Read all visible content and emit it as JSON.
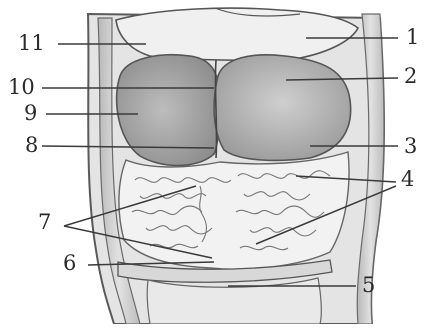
{
  "figure": {
    "labels": [
      "1",
      "2",
      "3",
      "4",
      "5",
      "6",
      "7",
      "8",
      "9",
      "10",
      "11"
    ]
  },
  "colors": {
    "ink": "#3a3a3a",
    "paper": "#ffffff",
    "shade_dark": "#9a9a9a",
    "shade_mid": "#c6c6c6",
    "shade_light": "#e6e6e6"
  }
}
